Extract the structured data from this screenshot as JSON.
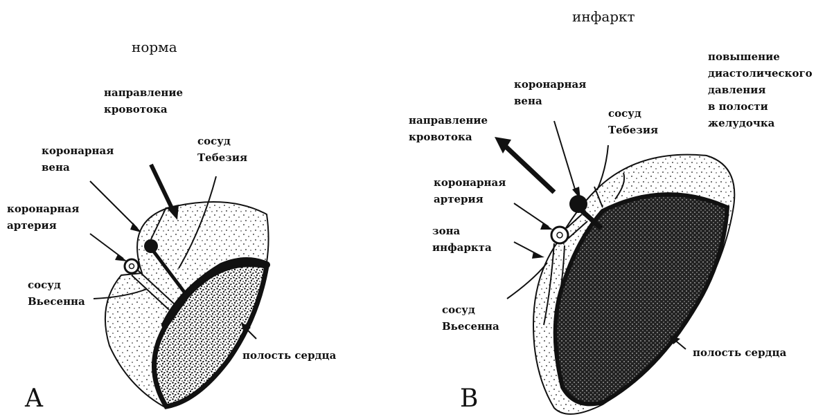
{
  "panel_a": {
    "title": "норма",
    "letter": "A",
    "labels": {
      "flow": "направление\nкровотока",
      "vein": "коронарная\nвена",
      "thebesian": "сосуд\nТебезия",
      "artery": "коронарная\nартерия",
      "vieussens": "сосуд\nВьесенна",
      "cavity": "полость сердца"
    }
  },
  "panel_b": {
    "title": "инфаркт",
    "letter": "B",
    "labels": {
      "pressure": "повышение\nдиастолического\nдавления\nв полости\nжелудочка",
      "vein": "коронарная\nвена",
      "thebesian": "сосуд\nТебезия",
      "flow": "направление\nкровотока",
      "artery": "коронарная\nартерия",
      "infarct_zone": "зона\nинфаркта",
      "vieussens": "сосуд\nВьесенна",
      "cavity": "полость сердца"
    }
  },
  "colors": {
    "ink": "#111111",
    "background": "#ffffff"
  }
}
